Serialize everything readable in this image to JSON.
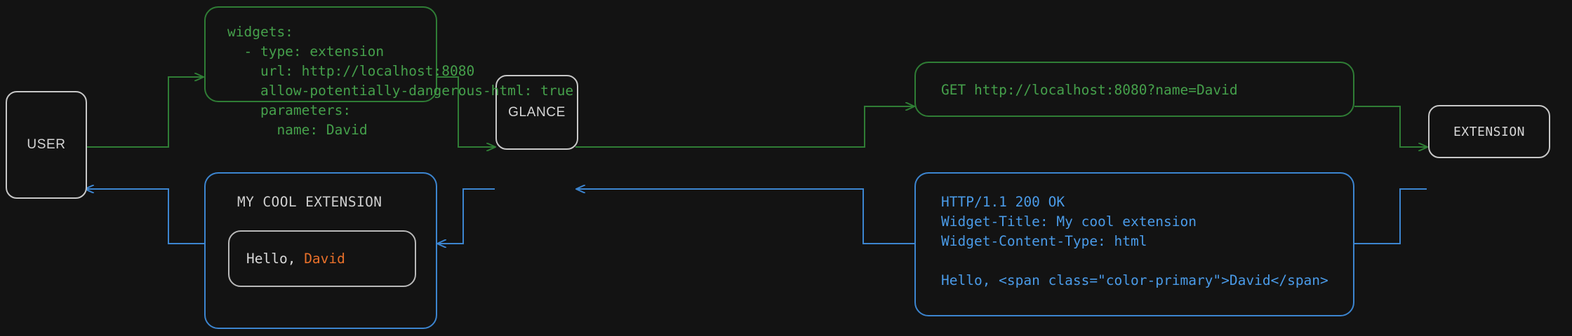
{
  "theme": {
    "background": "#131313",
    "green": "#45a04b",
    "green_border": "#2f7d35",
    "blue": "#4a9be8",
    "blue_border": "#3c85d0",
    "node_border": "#c8c8c8",
    "node_text": "#d6d6d6",
    "accent_orange": "#e8702a",
    "widget_text": "#d9d9d9"
  },
  "nodes": {
    "user": {
      "label": "USER"
    },
    "glance": {
      "label": "GLANCE"
    },
    "extension": {
      "label": "EXTENSION"
    }
  },
  "config_box": {
    "lines": [
      "widgets:",
      "  - type: extension",
      "    url: http://localhost:8080",
      "    allow-potentially-dangerous-html: true",
      "    parameters:",
      "      name: David"
    ]
  },
  "request_box": {
    "lines": [
      "GET http://localhost:8080?name=David"
    ]
  },
  "response_box": {
    "lines": [
      "HTTP/1.1 200 OK",
      "Widget-Title: My cool extension",
      "Widget-Content-Type: html",
      "",
      "Hello, <span class=\"color-primary\">David</span>"
    ]
  },
  "rendered_widget": {
    "title": "MY COOL EXTENSION",
    "greeting": "Hello, ",
    "name": "David"
  },
  "arrows": [
    {
      "name": "user-to-config",
      "color": "green",
      "from": "user",
      "to": "config_box"
    },
    {
      "name": "config-to-glance",
      "color": "green",
      "from": "config_box",
      "to": "glance"
    },
    {
      "name": "glance-to-request",
      "color": "green",
      "from": "glance",
      "to": "request_box"
    },
    {
      "name": "request-to-extension",
      "color": "green",
      "from": "request_box",
      "to": "extension"
    },
    {
      "name": "extension-to-response",
      "color": "blue",
      "from": "extension",
      "to": "response_box"
    },
    {
      "name": "response-to-glance",
      "color": "blue",
      "from": "response_box",
      "to": "glance"
    },
    {
      "name": "glance-to-widget",
      "color": "blue",
      "from": "glance",
      "to": "rendered_widget"
    },
    {
      "name": "widget-to-user",
      "color": "blue",
      "from": "rendered_widget",
      "to": "user"
    }
  ]
}
